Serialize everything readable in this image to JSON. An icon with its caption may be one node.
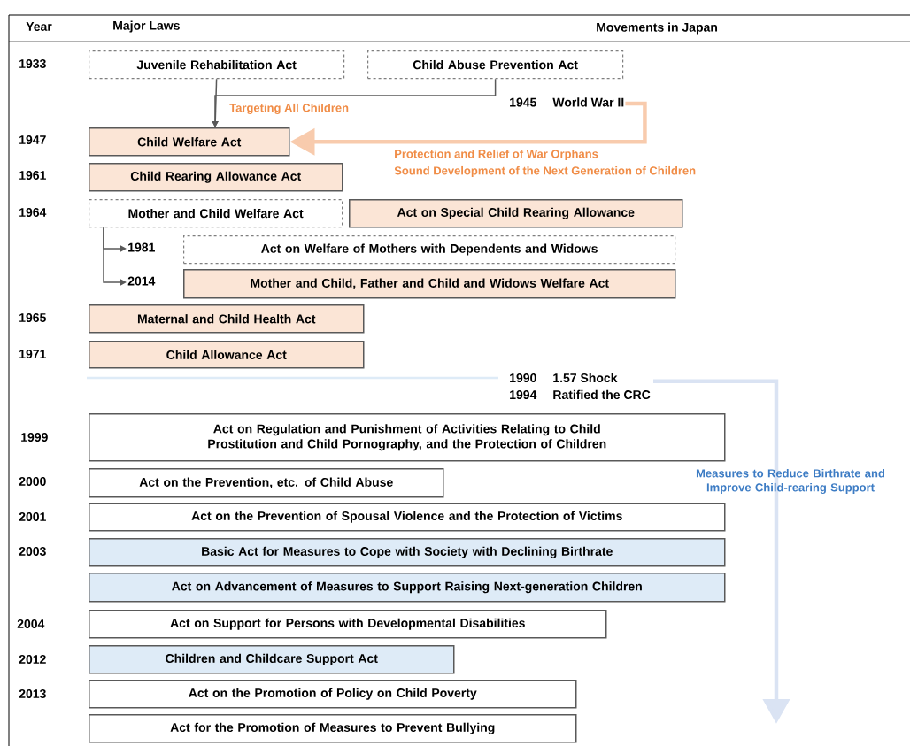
{
  "diagram": {
    "nodes": [
      {
        "text": [
          "Juvenile Rehabilitation Act"
        ]
      },
      {
        "text": [
          "Child Abuse Prevention Act"
        ]
      },
      {
        "text": [
          "Child Welfare Act"
        ]
      },
      {
        "text": [
          "Child Rearing Allowance Act"
        ]
      },
      {
        "text": [
          "Mother and Child Welfare Act"
        ]
      },
      {
        "text": [
          "Act on Special Child Rearing Allowance"
        ]
      },
      {
        "text": [
          "Act on Welfare of Mothers with Dependents and Widows"
        ]
      },
      {
        "text": [
          "Mother and Child, Father and Child and Widows Welfare Act"
        ]
      },
      {
        "text": [
          "Maternal and Child Health Act"
        ]
      },
      {
        "text": [
          "Child Allowance Act"
        ]
      },
      {
        "text": [
          "Act on Regulation and Punishment of Activities Relating to Child Prostitution and Child Pornography, and the Protection of Children"
        ]
      },
      {
        "text": [
          "Act on the Prevention, etc. of Child Abuse"
        ]
      },
      {
        "text": [
          "Act on the Prevention of Spousal Violence and the Protection of Victims"
        ]
      },
      {
        "text": [
          "Basic Act for Measures to Cope with Society with Declining Birthrate"
        ]
      },
      {
        "text": [
          "Act on Advancement of Measures to Support Raising Next-generation Children"
        ]
      },
      {
        "text": [
          "Act on Support for Persons with Developmental Disabilities"
        ]
      },
      {
        "text": [
          "Children and Childcare Support Act"
        ]
      },
      {
        "text": [
          "Act on the Promotion of Policy on Child Poverty"
        ]
      },
      {
        "text": [
          "Act for the Promotion of Measures to Prevent Bullying"
        ]
      },
      {
        "text": [
          "1945",
          "World War II"
        ]
      },
      {
        "text": [
          "1981"
        ]
      },
      {
        "text": [
          "2014"
        ]
      },
      {
        "text": [
          "1990",
          "1.57 Shock",
          "1994",
          "Ratified the CRC"
        ]
      }
    ],
    "edges": [
      {
        "from": 0,
        "to": 2,
        "arrow": "to",
        "label": "Targeting All Children"
      },
      {
        "from": 1,
        "to": 2,
        "arrow": "to"
      },
      {
        "from": 19,
        "to": 2,
        "arrow": "to",
        "label": "Protection and Relief of War Orphans",
        "style": "thick",
        "color": "#f8cbad"
      },
      {
        "from": 4,
        "to": 20,
        "arrow": "to"
      },
      {
        "from": 4,
        "to": 21,
        "arrow": "to"
      },
      {
        "from": 22,
        "to": null,
        "arrow": "to",
        "label": "Measures to Reduce Birthrate and Improve Child-rearing Support",
        "style": "thick",
        "color": "#dae3f3"
      }
    ],
    "labels": [
      "Year",
      "Major Laws",
      "Movements in Japan",
      "1933",
      "1947",
      "Sound Development of the Next Generation of Children",
      "1961",
      "1964",
      "1965",
      "1971",
      "1999",
      "2000",
      "2001",
      "2003",
      "2004",
      "2012",
      "2013"
    ]
  }
}
